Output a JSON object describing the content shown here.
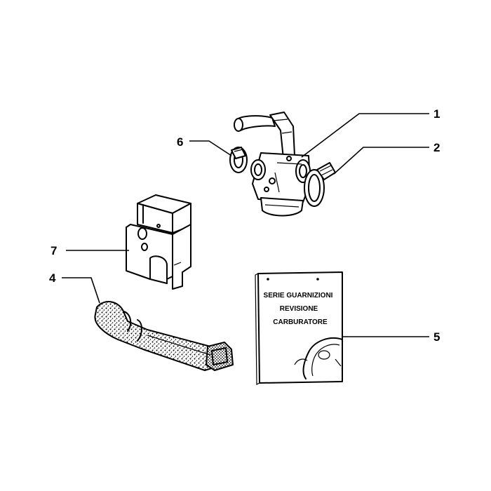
{
  "callouts": {
    "c1": "1",
    "c2": "2",
    "c4": "4",
    "c5": "5",
    "c6": "6",
    "c7": "7"
  },
  "package": {
    "line1": "SERIE GUARNIZIONI",
    "line2": "REVISIONE",
    "line3": "CARBURATORE"
  },
  "colors": {
    "ink": "#000000",
    "background": "#ffffff"
  }
}
